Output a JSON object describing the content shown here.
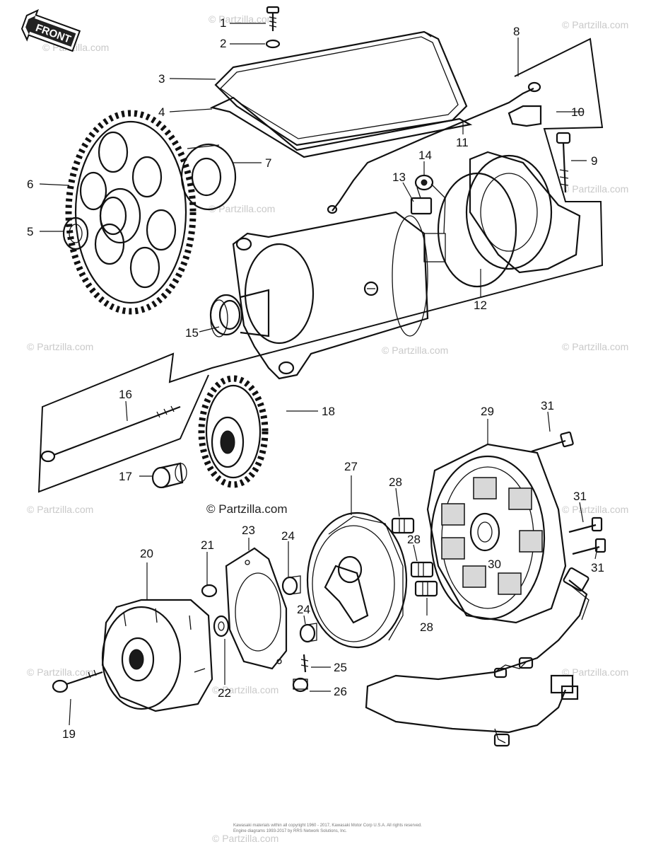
{
  "front_label": "FRONT",
  "callouts": {
    "c1": "1",
    "c2": "2",
    "c3": "3",
    "c4": "4",
    "c5": "5",
    "c6": "6",
    "c7": "7",
    "c8": "8",
    "c9": "9",
    "c10": "10",
    "c11": "11",
    "c12": "12",
    "c13": "13",
    "c14": "14",
    "c15": "15",
    "c16": "16",
    "c17": "17",
    "c18": "18",
    "c19": "19",
    "c20": "20",
    "c21": "21",
    "c22": "22",
    "c23": "23",
    "c24a": "24",
    "c24b": "24",
    "c25": "25",
    "c26": "26",
    "c27": "27",
    "c28a": "28",
    "c28b": "28",
    "c28c": "28",
    "c29": "29",
    "c30": "30",
    "c31a": "31",
    "c31b": "31",
    "c31c": "31"
  },
  "copyright": "© Partzilla.com",
  "watermark": "© Partzilla.com",
  "footer_line1": "Kawasaki materials within all copyright 1960 - 2017, Kawasaki Motor Corp U.S.A. All rights reserved.",
  "footer_line2": "Engine diagrams 1993-2017 by RRS Network Solutions, Inc.",
  "footer_watermark": "© Partzilla.com"
}
